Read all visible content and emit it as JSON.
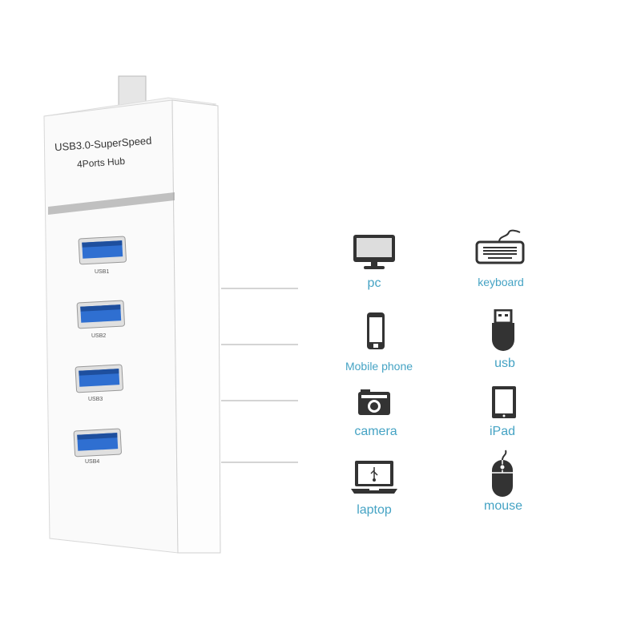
{
  "product": {
    "title_line1": "USB3.0-SuperSpeed",
    "title_line2": "4Ports Hub",
    "ports": [
      "USB1",
      "USB2",
      "USB3",
      "USB4"
    ],
    "port_color": "#2f6fd1"
  },
  "devices": [
    {
      "label": "pc",
      "icon": "monitor-icon"
    },
    {
      "label": "keyboard",
      "icon": "keyboard-icon"
    },
    {
      "label": "Mobile phone",
      "icon": "phone-icon"
    },
    {
      "label": "usb",
      "icon": "usb-drive-icon"
    },
    {
      "label": "camera",
      "icon": "camera-icon"
    },
    {
      "label": "iPad",
      "icon": "tablet-icon"
    },
    {
      "label": "laptop",
      "icon": "laptop-icon"
    },
    {
      "label": "mouse",
      "icon": "mouse-icon"
    }
  ],
  "accent": "#45a3c4"
}
